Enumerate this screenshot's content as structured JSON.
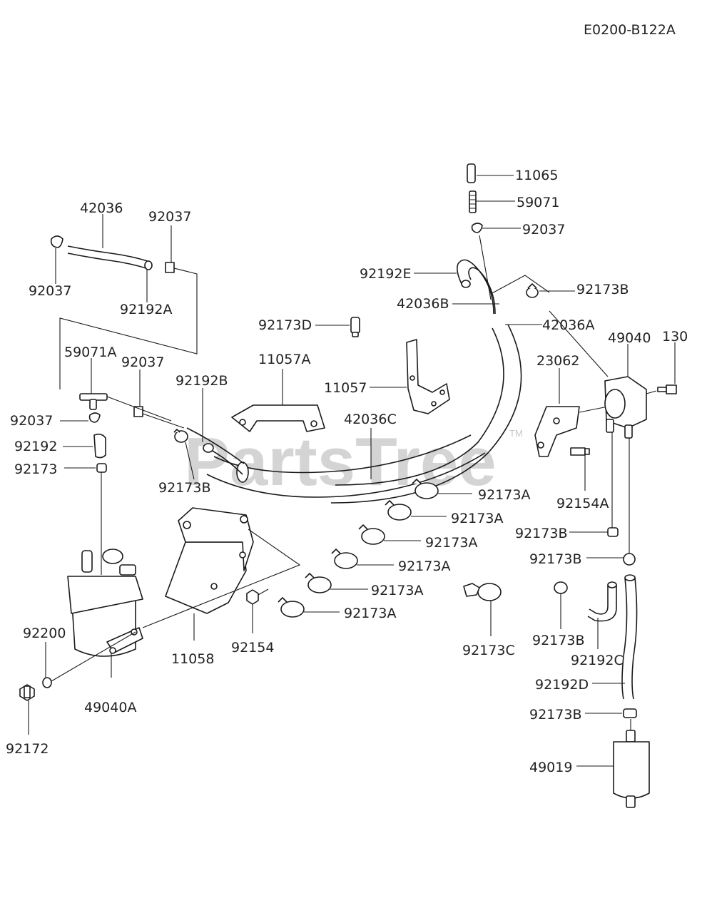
{
  "diagram_code": "E0200-B122A",
  "watermark": "PartsTree",
  "watermark_tm": "TM",
  "labels": {
    "l11065": "11065",
    "l59071": "59071",
    "l92037_top": "92037",
    "l92192E": "92192E",
    "l92173B_top": "92173B",
    "l42036B": "42036B",
    "l42036A": "42036A",
    "l92173D": "92173D",
    "l49040": "49040",
    "l130": "130",
    "l42036": "42036",
    "l92037_a": "92037",
    "l92037_b": "92037",
    "l92192A": "92192A",
    "l59071A": "59071A",
    "l92037_c": "92037",
    "l11057A": "11057A",
    "l11057": "11057",
    "l92192B": "92192B",
    "l23062": "23062",
    "l42036C": "42036C",
    "l92037_d": "92037",
    "l92192": "92192",
    "l92173": "92173",
    "l92173B_left": "92173B",
    "l92154A": "92154A",
    "l92173A_1": "92173A",
    "l92173A_2": "92173A",
    "l92173A_3": "92173A",
    "l92173A_4": "92173A",
    "l92173A_5": "92173A",
    "l92173A_6": "92173A",
    "l92173B_r1": "92173B",
    "l92173B_r2": "92173B",
    "l92173B_r3": "92173B",
    "l92192C": "92192C",
    "l92192D": "92192D",
    "l92173B_r4": "92173B",
    "l49019": "49019",
    "l92200": "92200",
    "l11058": "11058",
    "l92154": "92154",
    "l92173C": "92173C",
    "l49040A": "49040A",
    "l92172": "92172"
  }
}
